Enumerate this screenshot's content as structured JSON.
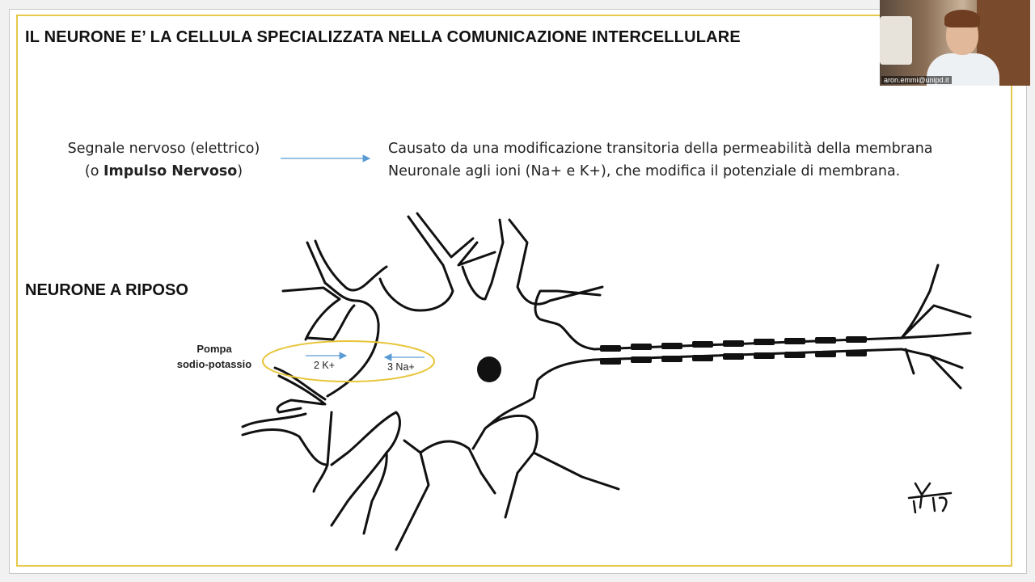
{
  "slide": {
    "title": "IL NEURONE E’ LA CELLULA SPECIALIZZATA NELLA COMUNICAZIONE INTERCELLULARE",
    "signal": {
      "line1": "Segnale nervoso (elettrico)",
      "line2_prefix": "(o ",
      "line2_bold": "Impulso Nervoso",
      "line2_suffix": ")"
    },
    "cause": {
      "line1": "Causato da una modificazione transitoria della permeabilità della membrana",
      "line2": "Neuronale agli ioni (Na+ e K+), che modifica il potenziale di membrana."
    },
    "subtitle": "NEURONE A RIPOSO",
    "pump": {
      "line1": "Pompa",
      "line2": "sodio-potassio",
      "k_label": "2 K+",
      "na_label": "3 Na+"
    }
  },
  "webcam": {
    "caption": "aron.emmi@unipd.it"
  },
  "colors": {
    "frame": "#e7c94a",
    "arrow": "#5b9bd5",
    "ellipse": "#e8c53a"
  }
}
